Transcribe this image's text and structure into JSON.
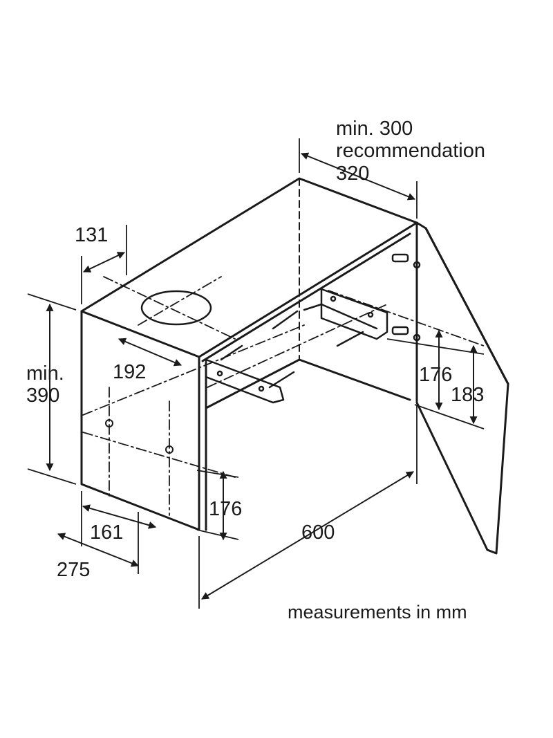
{
  "labels": {
    "top_dim_line1": "min. 300",
    "top_dim_line2": "recommendation",
    "top_dim_line3": "320",
    "dim_131": "131",
    "dim_192": "192",
    "min_height_line1": "min.",
    "min_height_line2": "390",
    "bracket_dim_176": "176",
    "bracket_dim_183": "183",
    "bottom_dim_176": "176",
    "dim_161": "161",
    "dim_275": "275",
    "width_600": "600",
    "units_note": "measurements in mm"
  },
  "colors": {
    "stroke": "#1a1a1a",
    "background": "#ffffff"
  }
}
